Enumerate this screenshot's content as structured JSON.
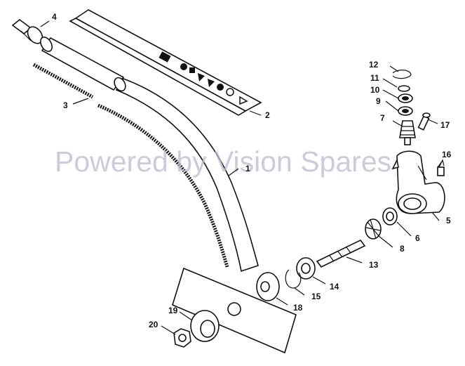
{
  "watermark": "Powered by Vision Spares",
  "callouts": {
    "p1": "1",
    "p2": "2",
    "p3": "3",
    "p4": "4",
    "p5": "5",
    "p6": "6",
    "p7": "7",
    "p8": "8",
    "p9": "9",
    "p10": "10",
    "p11": "11",
    "p12": "12",
    "p13": "13",
    "p14": "14",
    "p15": "15",
    "p16": "16",
    "p17": "17",
    "p18": "18",
    "p19": "19",
    "p20": "20"
  }
}
